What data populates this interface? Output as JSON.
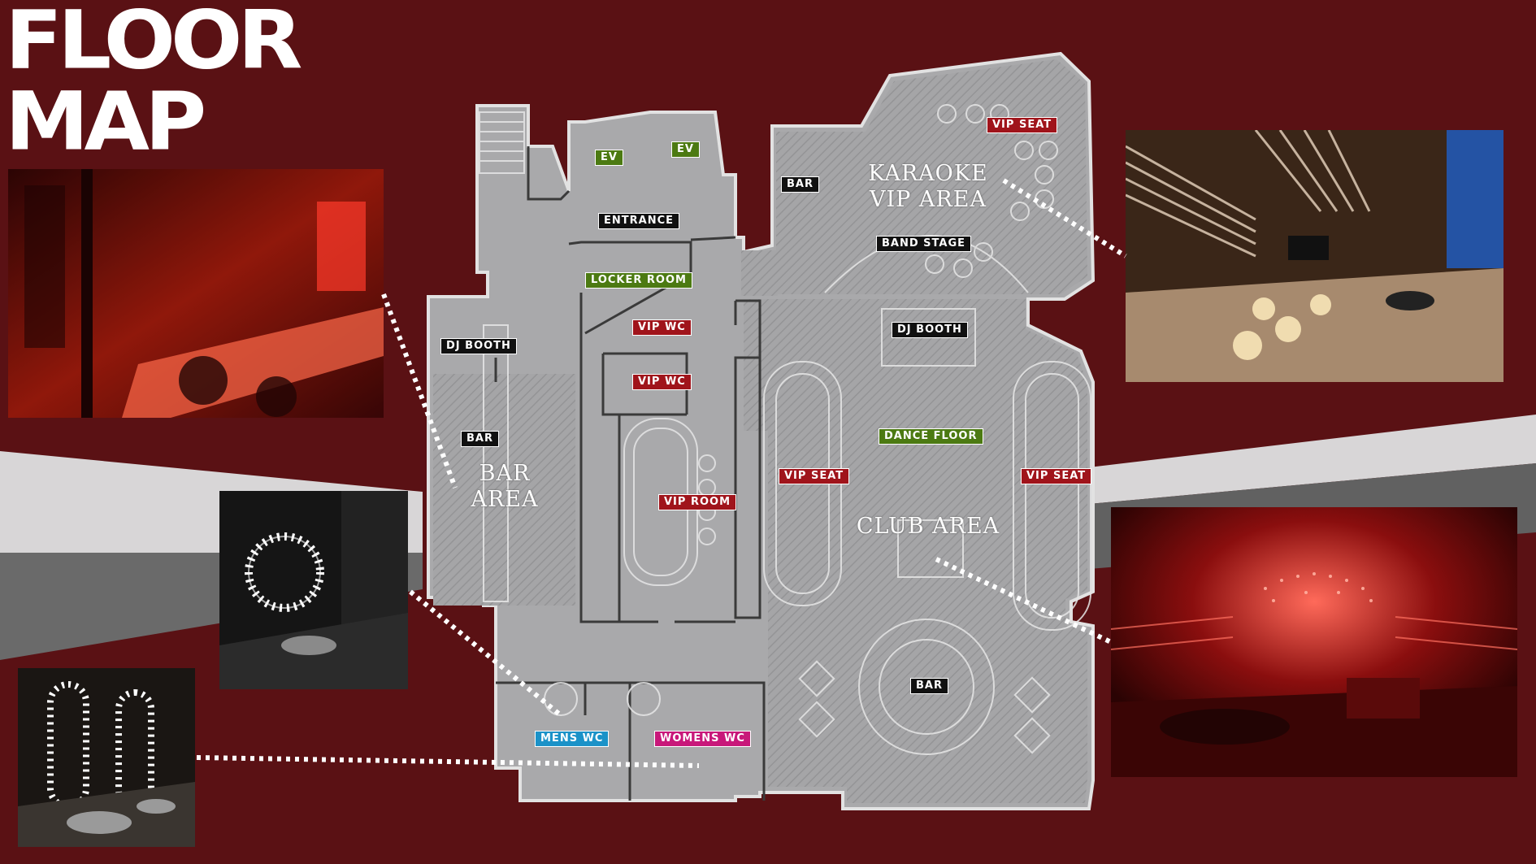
{
  "title": {
    "line1": "FLOOR",
    "line2": "MAP"
  },
  "colors": {
    "background": "#5a1114",
    "floor": "#a9a9ab",
    "hatch": "#939395",
    "outline": "#dcdcdc"
  },
  "areas": {
    "karaoke_line1": "KARAOKE",
    "karaoke_line2": "VIP AREA",
    "bar_line1": "BAR",
    "bar_line2": "AREA",
    "club": "CLUB AREA"
  },
  "labels": {
    "vip_seat_karaoke": "VIP SEAT",
    "ev_left": "EV",
    "ev_right": "EV",
    "bar_karaoke": "BAR",
    "entrance": "ENTRANCE",
    "band_stage": "BAND STAGE",
    "locker_room": "LOCKER ROOM",
    "vip_wc_1": "VIP WC",
    "vip_wc_2": "VIP WC",
    "dj_booth_left": "DJ BOOTH",
    "dj_booth_club": "DJ BOOTH",
    "bar_left": "BAR",
    "dance_floor": "DANCE FLOOR",
    "vip_seat_left": "VIP SEAT",
    "vip_seat_right": "VIP SEAT",
    "vip_room": "VIP ROOM",
    "bar_club": "BAR",
    "mens_wc": "MENS WC",
    "womens_wc": "WOMENS WC"
  }
}
